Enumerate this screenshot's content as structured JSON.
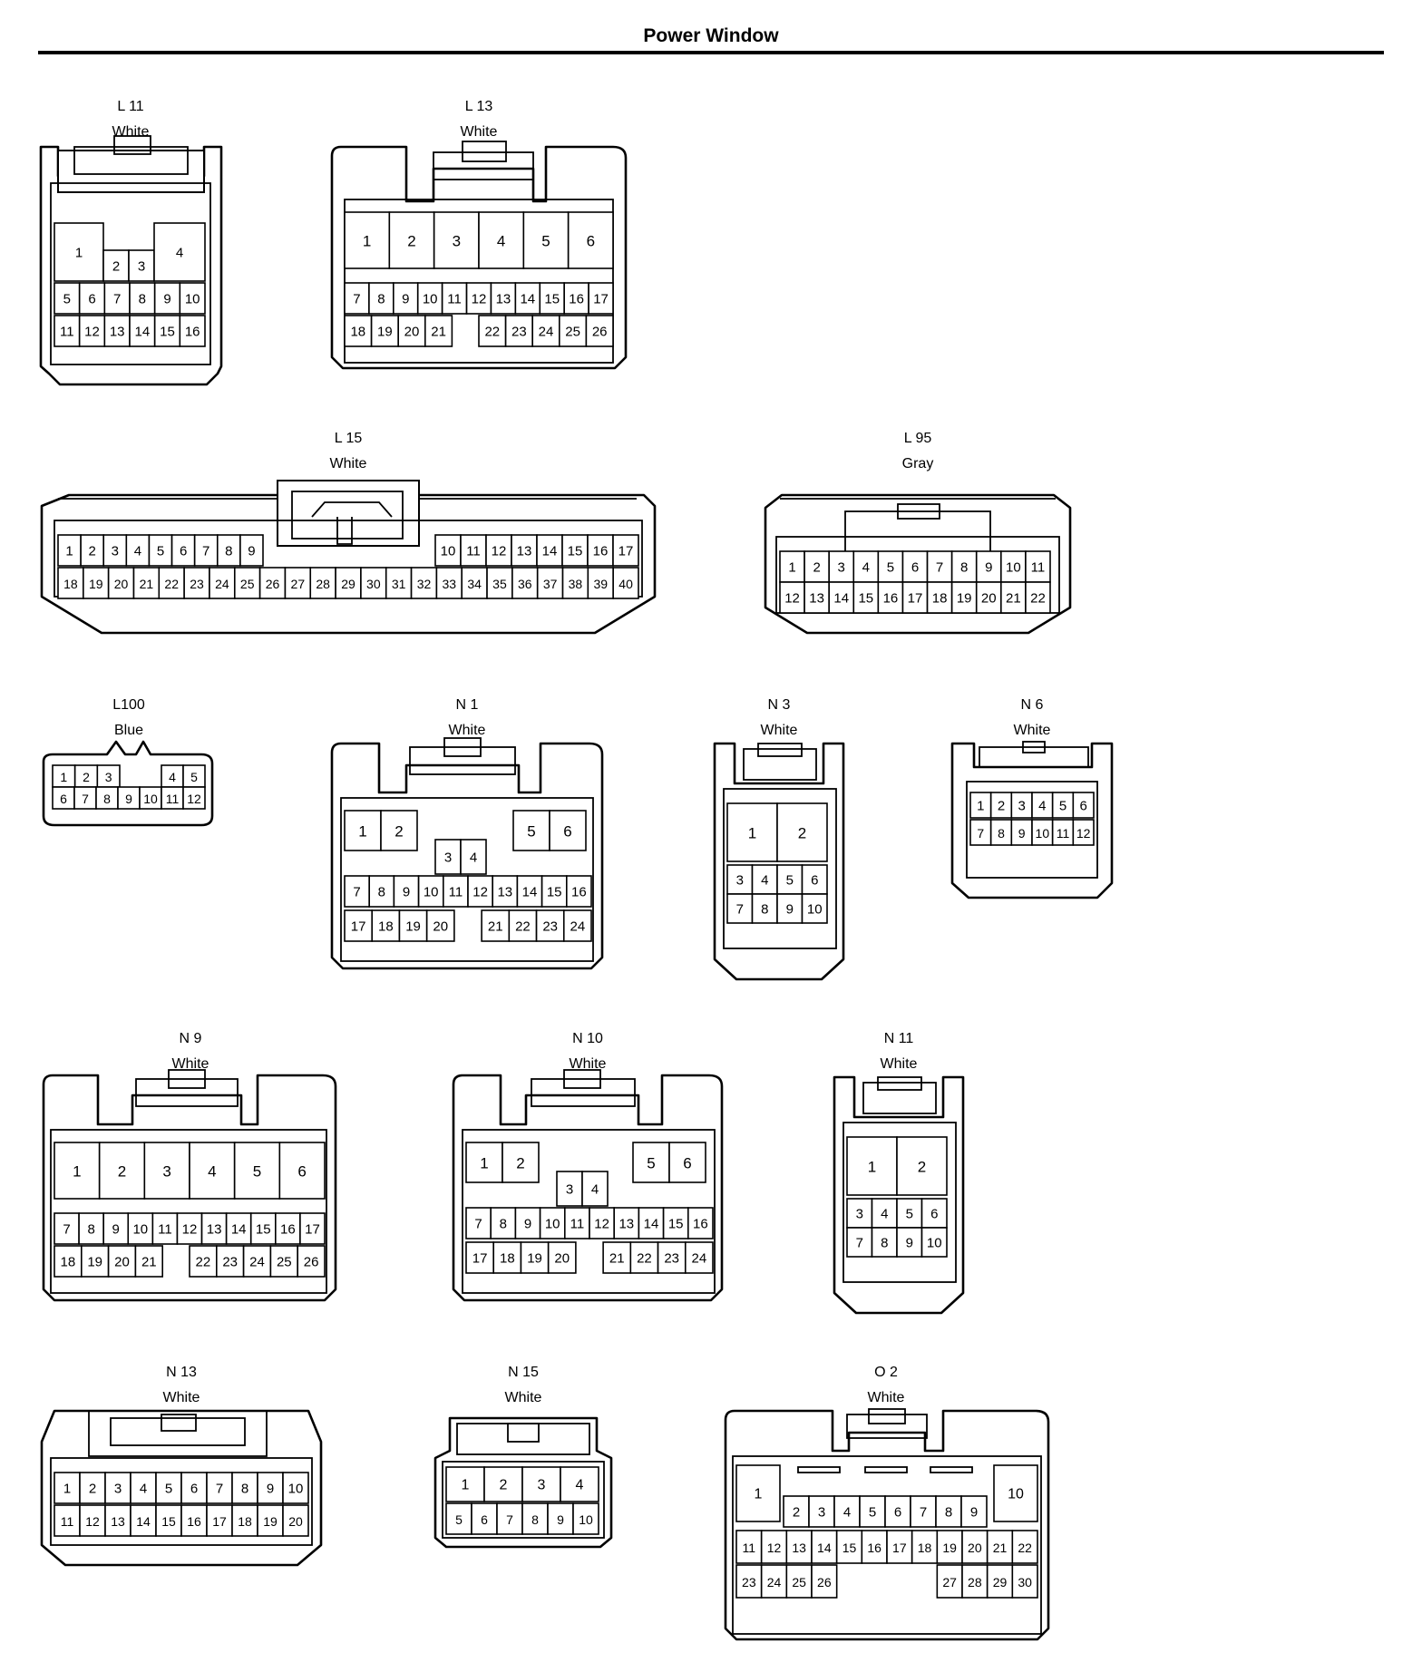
{
  "title": "Power Window",
  "connectors": [
    {
      "id": "L 11",
      "color": "White"
    },
    {
      "id": "L 13",
      "color": "White"
    },
    {
      "id": "L 15",
      "color": "White"
    },
    {
      "id": "L 95",
      "color": "Gray"
    },
    {
      "id": "L100",
      "color": "Blue"
    },
    {
      "id": "N 1",
      "color": "White"
    },
    {
      "id": "N 3",
      "color": "White"
    },
    {
      "id": "N 6",
      "color": "White"
    },
    {
      "id": "N 9",
      "color": "White"
    },
    {
      "id": "N 10",
      "color": "White"
    },
    {
      "id": "N 11",
      "color": "White"
    },
    {
      "id": "N 13",
      "color": "White"
    },
    {
      "id": "N 15",
      "color": "White"
    },
    {
      "id": "O 2",
      "color": "White"
    }
  ]
}
